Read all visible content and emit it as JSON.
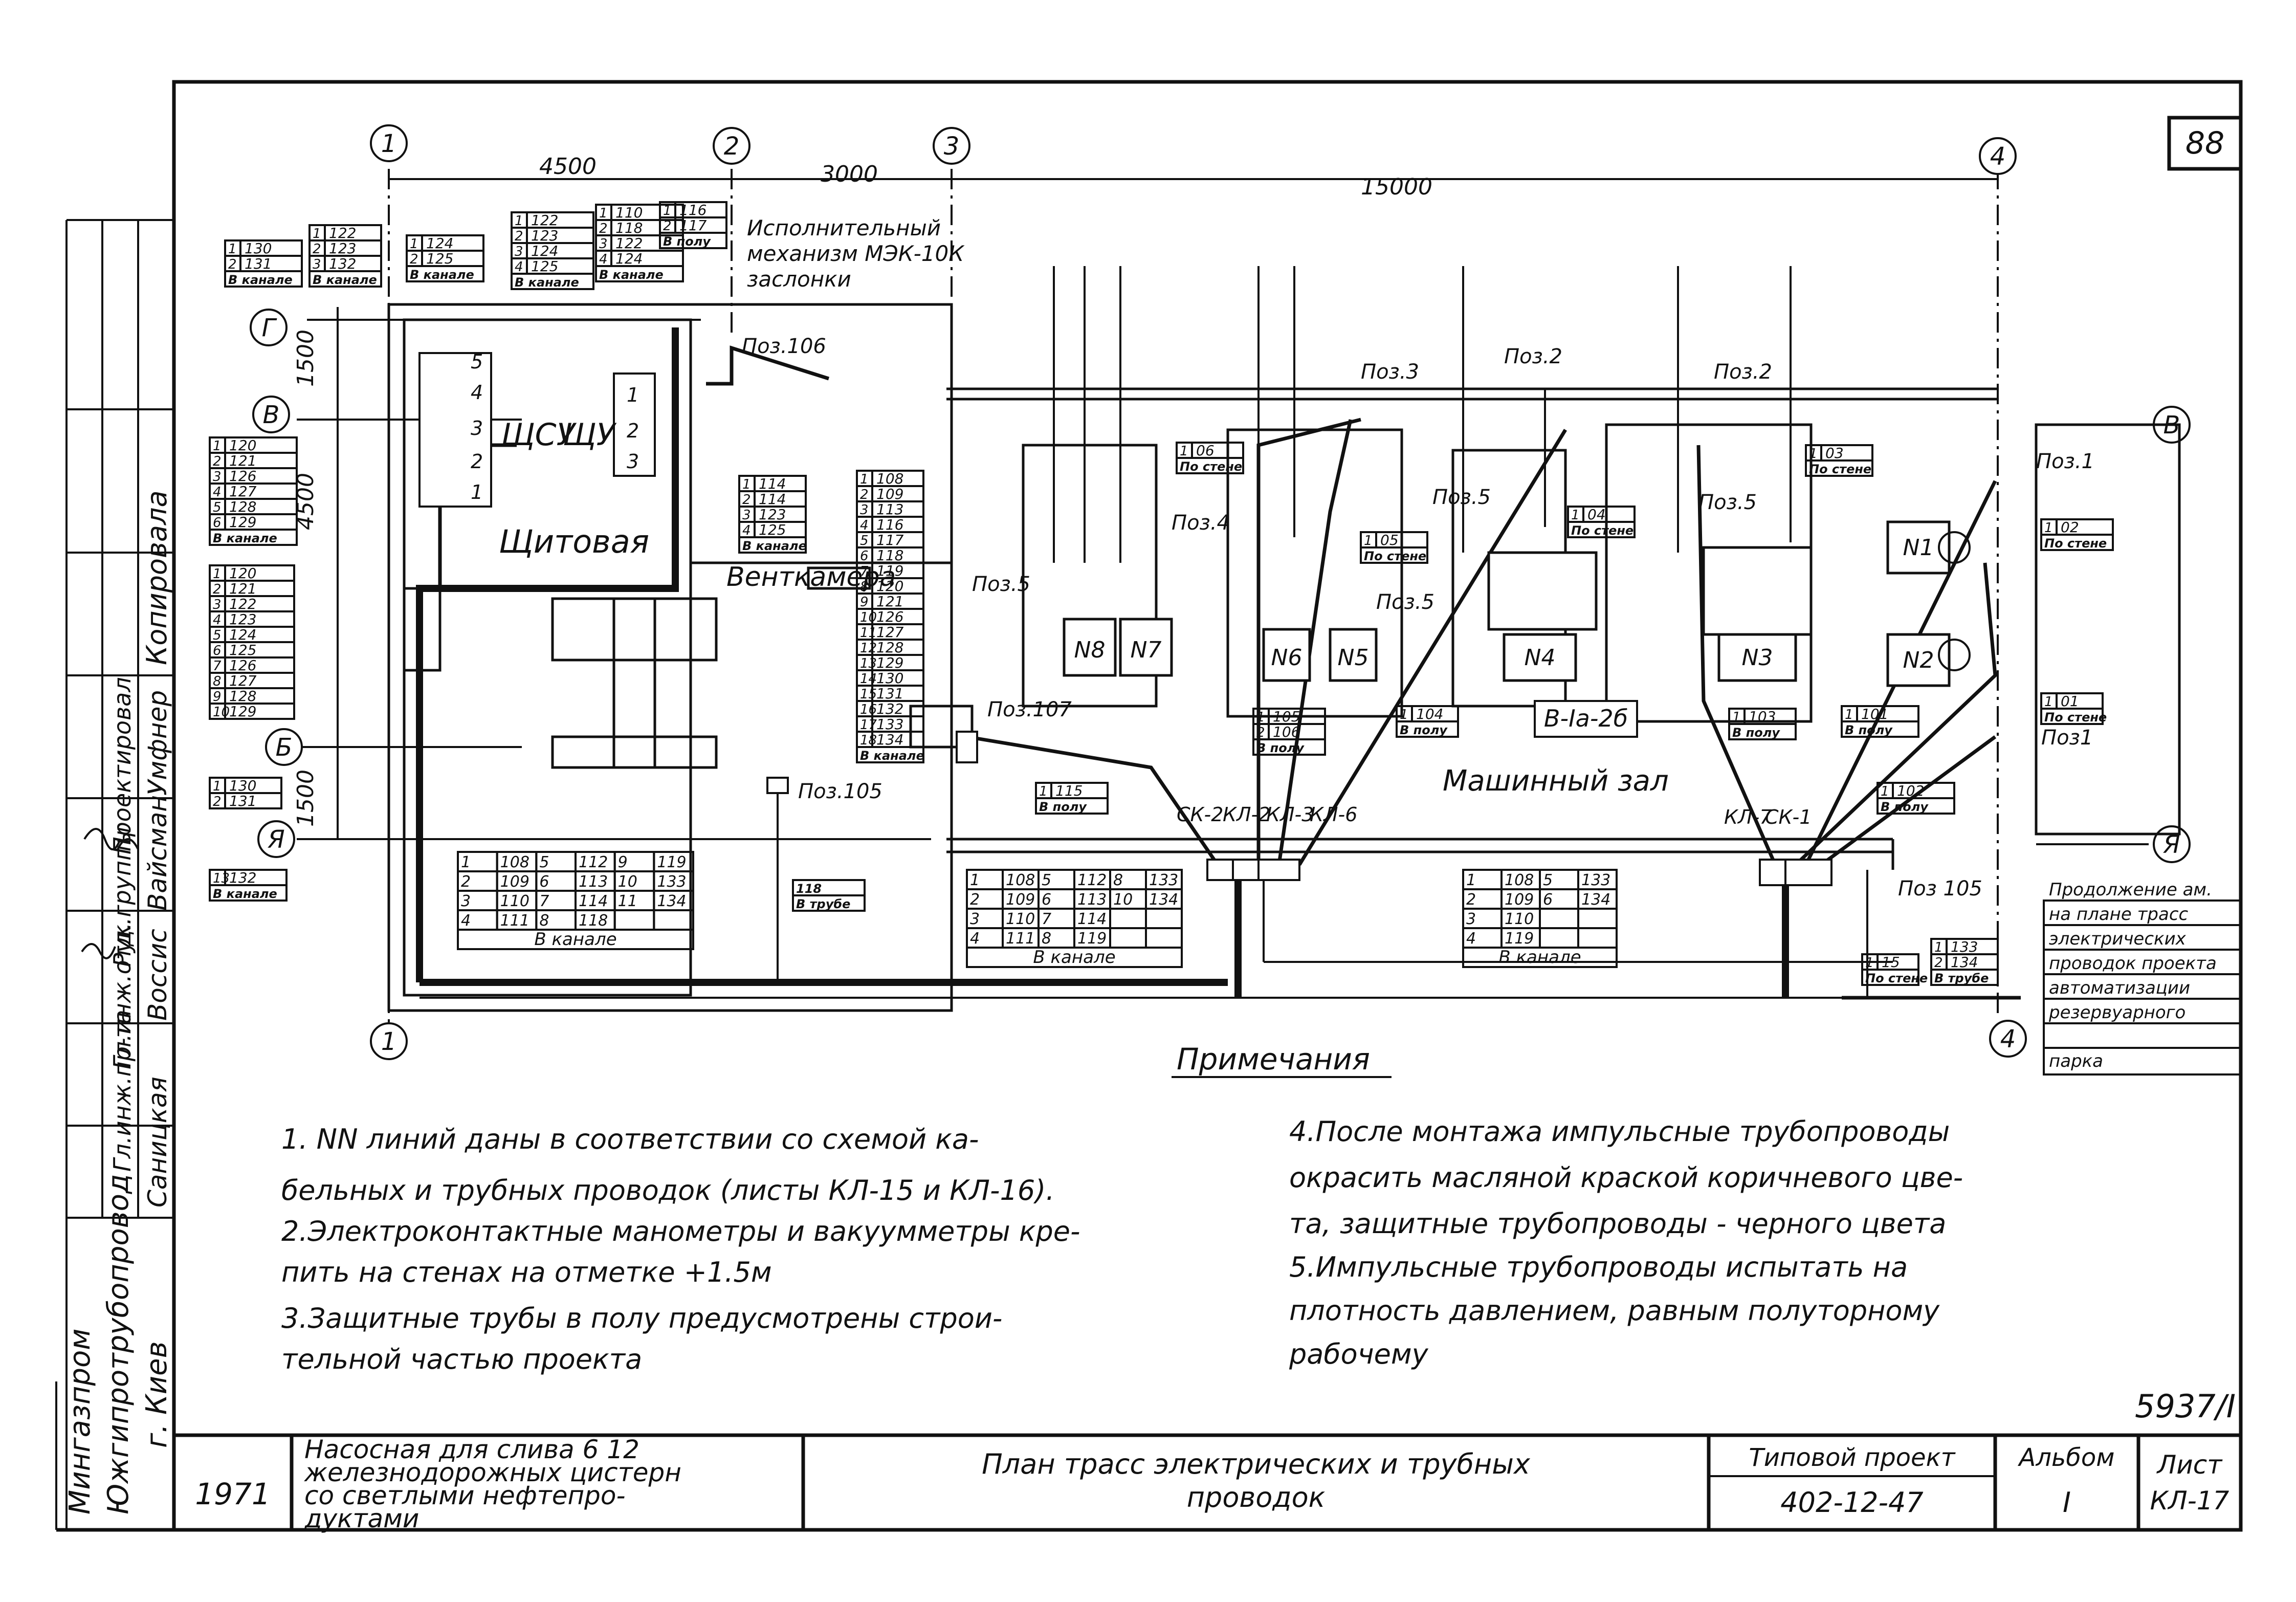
{
  "sheet_number": "88",
  "axes": {
    "top": [
      "1",
      "2",
      "3",
      "4"
    ],
    "rows_left": [
      "Г",
      "В",
      "Б",
      "Я"
    ],
    "rows_right": [
      "В",
      "Я"
    ],
    "bottom": [
      "1",
      "4"
    ]
  },
  "dimensions": {
    "d1": "4500",
    "d2": "3000",
    "d3": "15000",
    "v1": "1500",
    "v2": "4500",
    "v3": "1500"
  },
  "rooms": {
    "switchroom": "Щитовая",
    "ventchamber": "Венткамера",
    "machine_hall": "Машинный зал",
    "hall_code": "В-Iа-2б",
    "shsu": "ЩСУ",
    "shu": "ЩУ"
  },
  "actuator_note": [
    "Исполнительный",
    "механизм МЭК-10К",
    "заслонки"
  ],
  "positions": {
    "p106": "Поз.106",
    "p3": "Поз.3",
    "p2a": "Поз.2",
    "p2b": "Поз.2",
    "p1": "Поз.1",
    "p4": "Поз.4",
    "p5a": "Поз.5",
    "p5b": "Поз.5",
    "p5c": "Поз.5",
    "p5d": "Поз.5",
    "p107": "Поз.107",
    "p105a": "Поз.105",
    "p105b": "Поз 105",
    "p1b": "Поз1"
  },
  "pumps": [
    "N8",
    "N7",
    "N6",
    "N5",
    "N4",
    "N3",
    "N2",
    "N1"
  ],
  "boxes": {
    "kl2": "КЛ-2",
    "kl3": "КЛ-3",
    "kl6": "КЛ-6",
    "kl7": "КЛ-7",
    "sk2": "СК-2",
    "sk1": "СК-1"
  },
  "cable_tags": {
    "top1": [
      [
        "1",
        "130"
      ],
      [
        "2",
        "131"
      ],
      [
        "",
        "В канале"
      ]
    ],
    "top2": [
      [
        "1",
        "122"
      ],
      [
        "2",
        "123"
      ],
      [
        "3",
        "132"
      ],
      [
        "",
        "В канале"
      ]
    ],
    "top3": [
      [
        "1",
        "124"
      ],
      [
        "2",
        "125"
      ],
      [
        "",
        "В канале"
      ]
    ],
    "top4": [
      [
        "1",
        "122"
      ],
      [
        "2",
        "123"
      ],
      [
        "3",
        "124"
      ],
      [
        "4",
        "125"
      ],
      [
        "",
        "В канале"
      ]
    ],
    "top5": [
      [
        "1",
        "110"
      ],
      [
        "2",
        "118"
      ],
      [
        "3",
        "122"
      ],
      [
        "4",
        "124"
      ],
      [
        "",
        "В канале"
      ]
    ],
    "top6": [
      [
        "1",
        "116"
      ],
      [
        "2",
        "117"
      ],
      [
        "",
        "В полу"
      ]
    ],
    "left1": [
      [
        "1",
        "120"
      ],
      [
        "2",
        "121"
      ],
      [
        "3",
        "126"
      ],
      [
        "4",
        "127"
      ],
      [
        "5",
        "128"
      ],
      [
        "6",
        "129"
      ],
      [
        "",
        "В канале"
      ]
    ],
    "left2": [
      [
        "1",
        "120"
      ],
      [
        "2",
        "121"
      ],
      [
        "3",
        "122"
      ],
      [
        "4",
        "123"
      ],
      [
        "5",
        "124"
      ],
      [
        "6",
        "125"
      ],
      [
        "7",
        "126"
      ],
      [
        "8",
        "127"
      ],
      [
        "9",
        "128"
      ],
      [
        "10",
        "129"
      ]
    ],
    "left3": [
      [
        "1",
        "130"
      ],
      [
        "2",
        "131"
      ]
    ],
    "left4": [
      [
        "13",
        "132"
      ],
      [
        "",
        "В канале"
      ]
    ],
    "vent1": [
      [
        "1",
        "114"
      ],
      [
        "2",
        "114"
      ],
      [
        "3",
        "123"
      ],
      [
        "4",
        "125"
      ],
      [
        "",
        "В канале"
      ]
    ],
    "vent2": [
      [
        "1",
        "108"
      ],
      [
        "2",
        "109"
      ],
      [
        "3",
        "113"
      ],
      [
        "4",
        "116"
      ],
      [
        "5",
        "117"
      ],
      [
        "6",
        "118"
      ],
      [
        "7",
        "119"
      ],
      [
        "8",
        "120"
      ],
      [
        "9",
        "121"
      ],
      [
        "10",
        "126"
      ],
      [
        "11",
        "127"
      ],
      [
        "12",
        "128"
      ],
      [
        "13",
        "129"
      ],
      [
        "14",
        "130"
      ],
      [
        "15",
        "131"
      ],
      [
        "16",
        "132"
      ],
      [
        "17",
        "133"
      ],
      [
        "18",
        "134"
      ],
      [
        "",
        "В канале"
      ]
    ],
    "t06": [
      [
        "1",
        "06"
      ],
      [
        "",
        "По стене"
      ]
    ],
    "t05": [
      [
        "1",
        "05"
      ],
      [
        "",
        "По стене"
      ]
    ],
    "t04": [
      [
        "1",
        "04"
      ],
      [
        "",
        "По стене"
      ]
    ],
    "t03": [
      [
        "1",
        "03"
      ],
      [
        "",
        "По стене"
      ]
    ],
    "t02": [
      [
        "1",
        "02"
      ],
      [
        "",
        "По стене"
      ]
    ],
    "t01": [
      [
        "1",
        "01"
      ],
      [
        "",
        "По стене"
      ]
    ],
    "f105": [
      [
        "1",
        "105"
      ],
      [
        "2",
        "106"
      ],
      [
        "",
        "В полу"
      ]
    ],
    "f104": [
      [
        "1",
        "104"
      ],
      [
        "",
        "В полу"
      ]
    ],
    "f103": [
      [
        "1",
        "103"
      ],
      [
        "",
        "В полу"
      ]
    ],
    "f101": [
      [
        "1",
        "101"
      ],
      [
        "",
        "В полу"
      ]
    ],
    "f102": [
      [
        "1",
        "102"
      ],
      [
        "",
        "В полу"
      ]
    ],
    "f115": [
      [
        "1",
        "115"
      ],
      [
        "",
        "В полу"
      ]
    ],
    "f118": [
      [
        "",
        "118"
      ],
      [
        "",
        "В трубе"
      ]
    ],
    "r133": [
      [
        "1",
        "133"
      ],
      [
        "2",
        "134"
      ],
      [
        "",
        "В трубе"
      ]
    ],
    "r15": [
      [
        "1",
        "15"
      ],
      [
        "",
        "По стене"
      ]
    ]
  },
  "channel_tables": {
    "ch1": {
      "rows": [
        [
          "1",
          "108",
          "5",
          "112",
          "9",
          "119"
        ],
        [
          "2",
          "109",
          "6",
          "113",
          "10",
          "133"
        ],
        [
          "3",
          "110",
          "7",
          "114",
          "11",
          "134"
        ],
        [
          "4",
          "111",
          "8",
          "118",
          "",
          ""
        ]
      ],
      "caption": "В канале"
    },
    "ch2": {
      "rows": [
        [
          "1",
          "108",
          "5",
          "112",
          "8",
          "133"
        ],
        [
          "2",
          "109",
          "6",
          "113",
          "10",
          "134"
        ],
        [
          "3",
          "110",
          "7",
          "114",
          "",
          ""
        ],
        [
          "4",
          "111",
          "8",
          "119",
          "",
          ""
        ]
      ],
      "caption": "В канале"
    },
    "ch3": {
      "rows": [
        [
          "1",
          "108",
          "5",
          "133"
        ],
        [
          "2",
          "109",
          "6",
          "134"
        ],
        [
          "3",
          "110",
          "",
          ""
        ],
        [
          "4",
          "119",
          "",
          ""
        ]
      ],
      "caption": "В канале"
    }
  },
  "continuation_note": [
    "Продолжение ам.",
    "на плане трасс",
    "электрических",
    "проводок проекта",
    "автоматизации",
    "резервуарного",
    "парка"
  ],
  "notes_title": "Примечания",
  "notes_left": [
    "1. NN линий даны в соответствии со схемой ка-",
    "бельных и трубных проводок (листы КЛ-15 и КЛ-16).",
    "2.Электроконтактные манометры и вакуумметры кре-",
    "пить на стенах на отметке +1.5м",
    "3.Защитные трубы в полу предусмотрены строи-",
    "тельной частью проекта"
  ],
  "notes_right": [
    "4.После монтажа импульсные трубопроводы",
    "окрасить масляной краской коричневого цве-",
    "та, защитные трубопроводы - черного цвета",
    "5.Импульсные трубопроводы испытать на",
    "плотность давлением, равным полуторному",
    "рабочему"
  ],
  "drawing_code": "5937/I",
  "left_strip": {
    "roles": [
      "Гл.инж.пр-та",
      "Гл.инж.отд.",
      "Рук.группы",
      "Проектировал"
    ],
    "names": [
      "Умфнер",
      "Вайсман",
      "Воссис",
      "Саницкая"
    ],
    "copied": "Копировала",
    "org": [
      "Мингазпром",
      "Южгипротрубопровод",
      "г. Киев"
    ]
  },
  "title_block": {
    "year": "1971",
    "object": [
      "Насосная для слива 6 12",
      "железнодорожных цистерн",
      "со светлыми нефтепро-",
      "дуктами"
    ],
    "sheet_title": [
      "План трасс электрических и трубных",
      "проводок"
    ],
    "project_label": "Типовой проект",
    "project_number": "402-12-47",
    "album_label": "Альбом",
    "album_value": "I",
    "sheet_label": "Лист",
    "sheet_value": "КЛ-17"
  }
}
